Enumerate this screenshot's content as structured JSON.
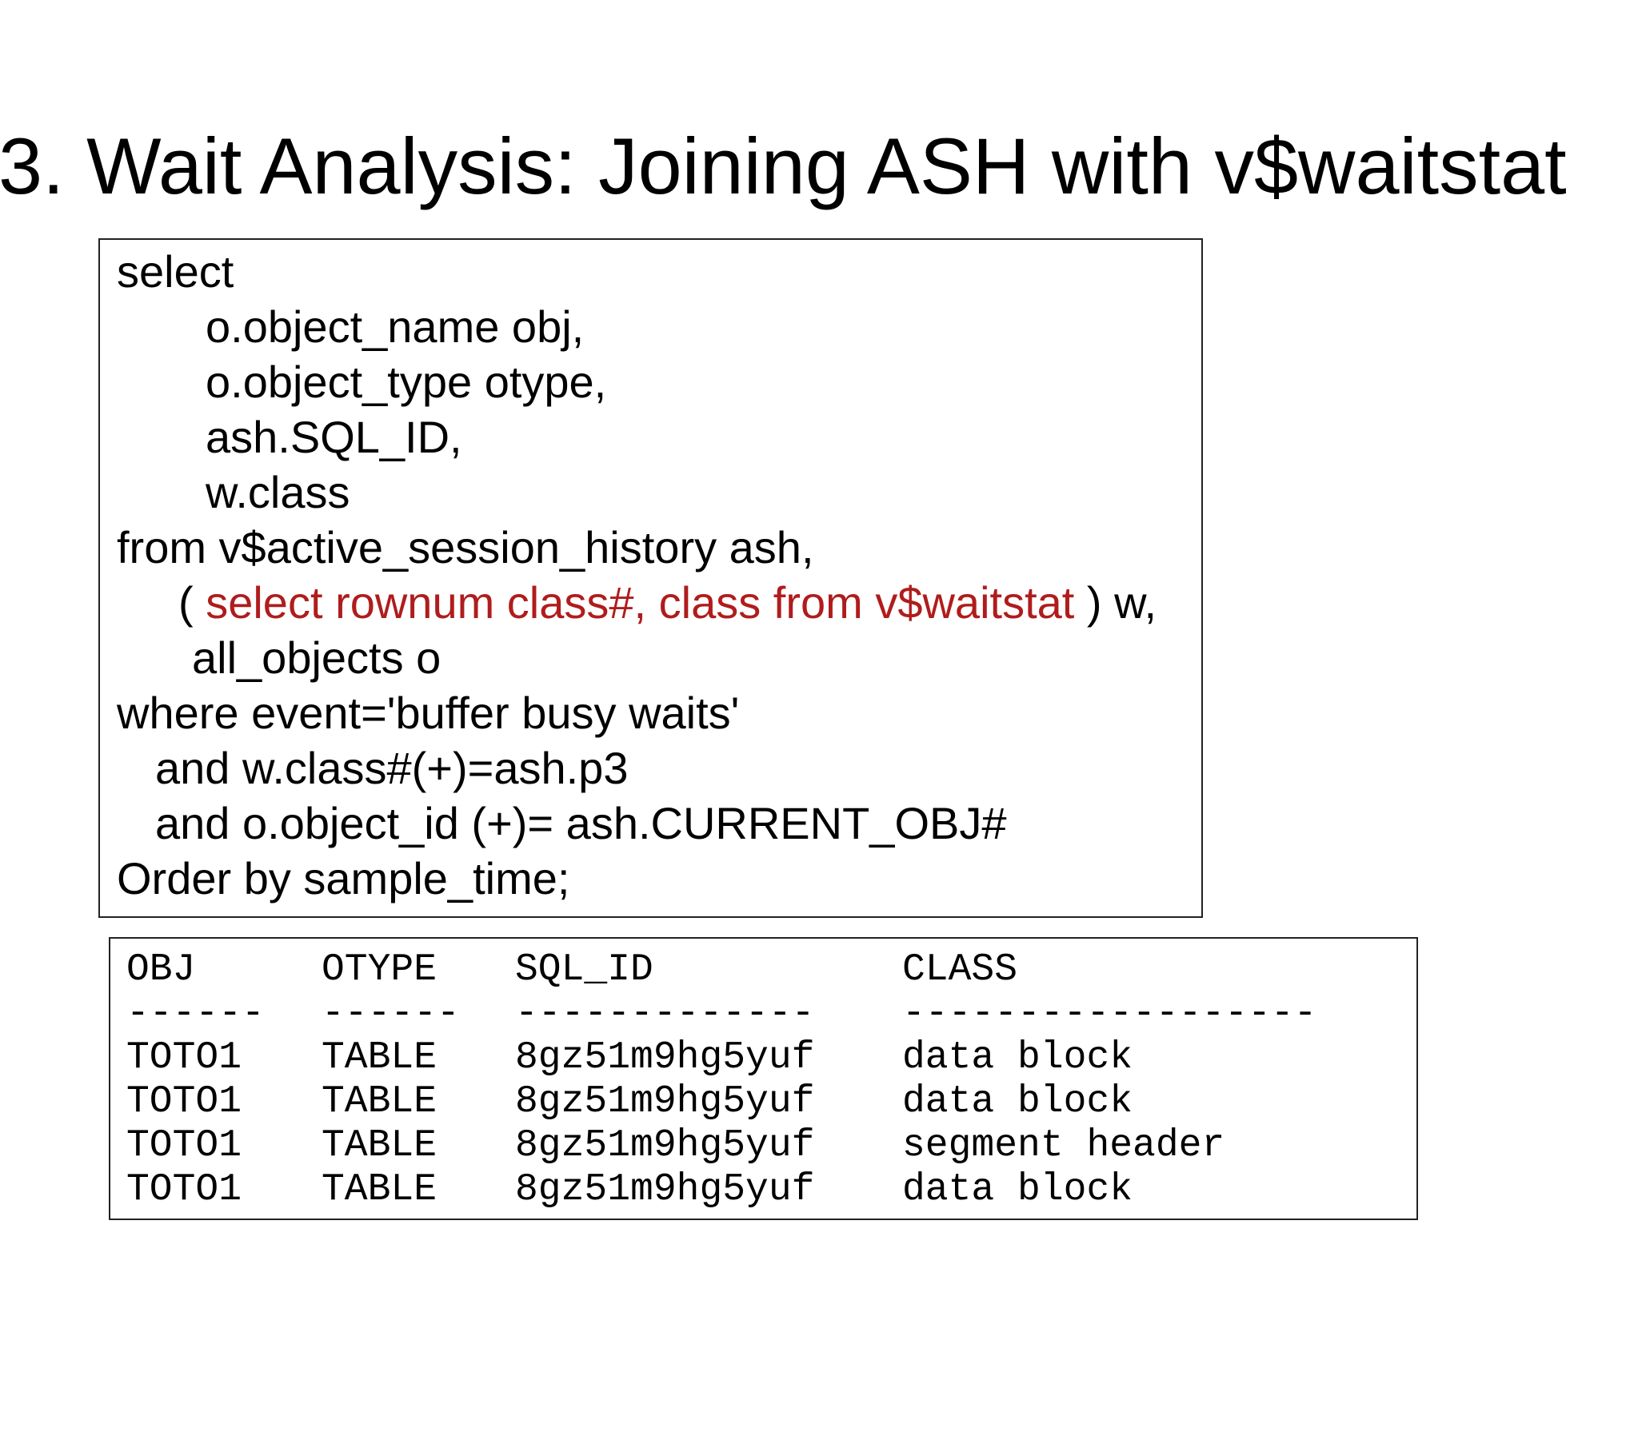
{
  "slide": {
    "title": "3. Wait Analysis: Joining ASH with v$waitstat"
  },
  "query": {
    "line1": "select",
    "line2": "o.object_name obj,",
    "line3": "o.object_type otype,",
    "line4": "ash.SQL_ID,",
    "line5": "w.class",
    "line6": "from v$active_session_history ash,",
    "line7_open": "( ",
    "line7_highlight": "select rownum class#, class from v$waitstat",
    "line7_close": " ) w,",
    "line8": "all_objects o",
    "line9": "where event='buffer busy waits'",
    "line10": "and w.class#(+)=ash.p3",
    "line11": "and o.object_id (+)= ash.CURRENT_OBJ#",
    "line12": "Order by sample_time;",
    "highlight_color": "#b01c1c"
  },
  "result": {
    "headers": [
      "OBJ",
      "OTYPE",
      "SQL_ID",
      "CLASS"
    ],
    "separators": [
      "------",
      "------",
      "-------------",
      "------------------"
    ],
    "rows": [
      [
        "TOTO1",
        "TABLE",
        "8gz51m9hg5yuf",
        "data block"
      ],
      [
        "TOTO1",
        "TABLE",
        "8gz51m9hg5yuf",
        "data block"
      ],
      [
        "TOTO1",
        "TABLE",
        "8gz51m9hg5yuf",
        "segment header"
      ],
      [
        "TOTO1",
        "TABLE",
        "8gz51m9hg5yuf",
        "data block"
      ]
    ]
  }
}
